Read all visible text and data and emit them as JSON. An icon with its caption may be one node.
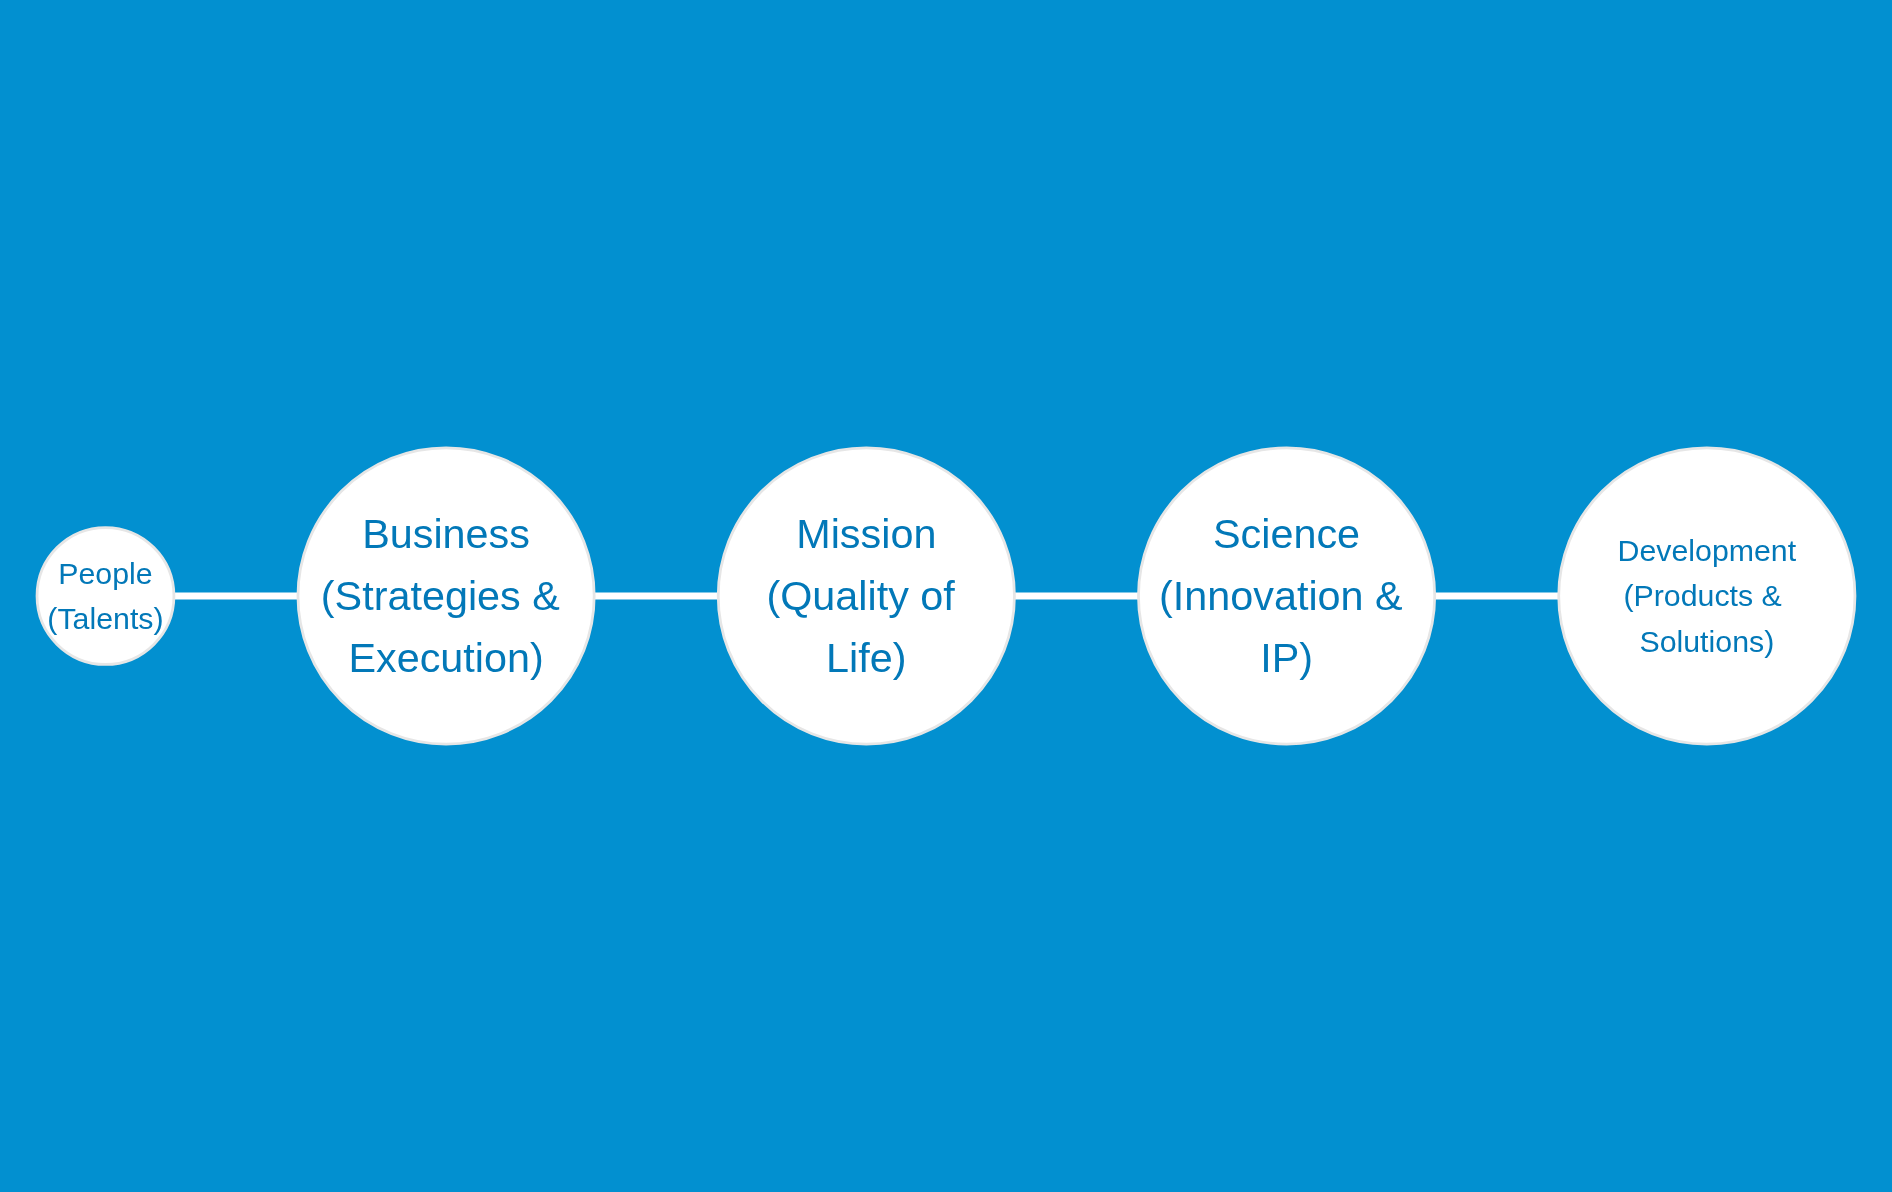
{
  "diagram": {
    "nodes": [
      {
        "text": [
          "People",
          "(Talents)"
        ]
      },
      {
        "text": [
          "Business",
          "(Strategies & Execution)"
        ]
      },
      {
        "text": [
          "Mission",
          "(Quality of Life)"
        ]
      },
      {
        "text": [
          "Science",
          "(Innovation & IP)"
        ]
      },
      {
        "text": [
          "Development",
          "(Products & Solutions)"
        ]
      }
    ],
    "edges": [
      {
        "from": 0,
        "to": 1,
        "arrow": "none"
      },
      {
        "from": 1,
        "to": 2,
        "arrow": "none"
      },
      {
        "from": 2,
        "to": 3,
        "arrow": "none"
      },
      {
        "from": 3,
        "to": 4,
        "arrow": "none"
      }
    ]
  }
}
